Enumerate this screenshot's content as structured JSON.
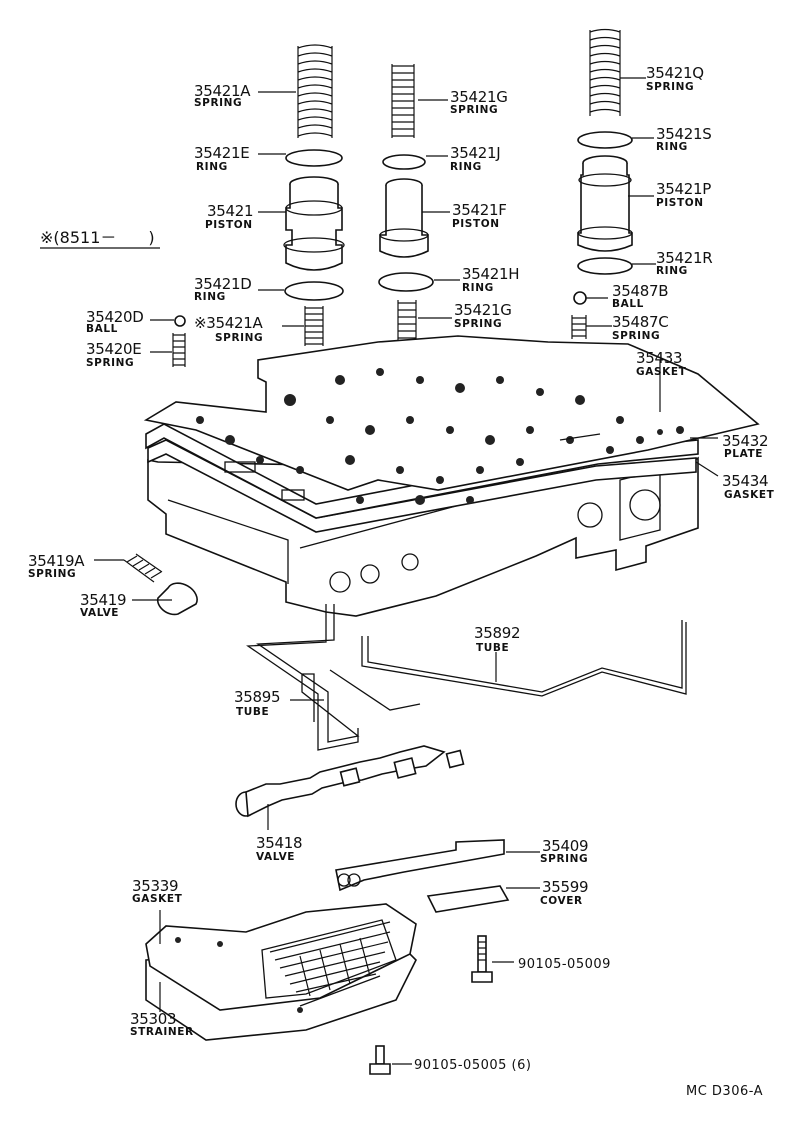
{
  "note": "※(8511－　　)",
  "diagram_code": "MC  D306-A",
  "callouts": [
    {
      "id": "35421A",
      "num": "35421A",
      "name": "SPRING"
    },
    {
      "id": "35421E",
      "num": "35421E",
      "name": "RING"
    },
    {
      "id": "35421",
      "num": "35421",
      "name": "PISTON"
    },
    {
      "id": "35421D",
      "num": "35421D",
      "name": "RING"
    },
    {
      "id": "35420D",
      "num": "35420D",
      "name": "BALL"
    },
    {
      "id": "35421A-2",
      "num": "※35421A",
      "name": "SPRING"
    },
    {
      "id": "35420E",
      "num": "35420E",
      "name": "SPRING"
    },
    {
      "id": "35421G",
      "num": "35421G",
      "name": "SPRING"
    },
    {
      "id": "35421J",
      "num": "35421J",
      "name": "RING"
    },
    {
      "id": "35421F",
      "num": "35421F",
      "name": "PISTON"
    },
    {
      "id": "35421H",
      "num": "35421H",
      "name": "RING"
    },
    {
      "id": "35421G-2",
      "num": "35421G",
      "name": "SPRING"
    },
    {
      "id": "35421Q",
      "num": "35421Q",
      "name": "SPRING"
    },
    {
      "id": "35421S",
      "num": "35421S",
      "name": "RING"
    },
    {
      "id": "35421P",
      "num": "35421P",
      "name": "PISTON"
    },
    {
      "id": "35421R",
      "num": "35421R",
      "name": "RING"
    },
    {
      "id": "35487B",
      "num": "35487B",
      "name": "BALL"
    },
    {
      "id": "35487C",
      "num": "35487C",
      "name": "SPRING"
    },
    {
      "id": "35433",
      "num": "35433",
      "name": "GASKET"
    },
    {
      "id": "35432",
      "num": "35432",
      "name": "PLATE"
    },
    {
      "id": "35434",
      "num": "35434",
      "name": "GASKET"
    },
    {
      "id": "35419A",
      "num": "35419A",
      "name": "SPRING"
    },
    {
      "id": "35419",
      "num": "35419",
      "name": "VALVE"
    },
    {
      "id": "35892",
      "num": "35892",
      "name": "TUBE"
    },
    {
      "id": "35895",
      "num": "35895",
      "name": "TUBE"
    },
    {
      "id": "35418",
      "num": "35418",
      "name": "VALVE"
    },
    {
      "id": "35409",
      "num": "35409",
      "name": "SPRING"
    },
    {
      "id": "35599",
      "num": "35599",
      "name": "COVER"
    },
    {
      "id": "35339",
      "num": "35339",
      "name": "GASKET"
    },
    {
      "id": "35303",
      "num": "35303",
      "name": "STRAINER"
    }
  ],
  "bolts": [
    {
      "id": "bolt-05009",
      "code": "90105-05009"
    },
    {
      "id": "bolt-05005",
      "code": "90105-05005 (6)"
    }
  ]
}
